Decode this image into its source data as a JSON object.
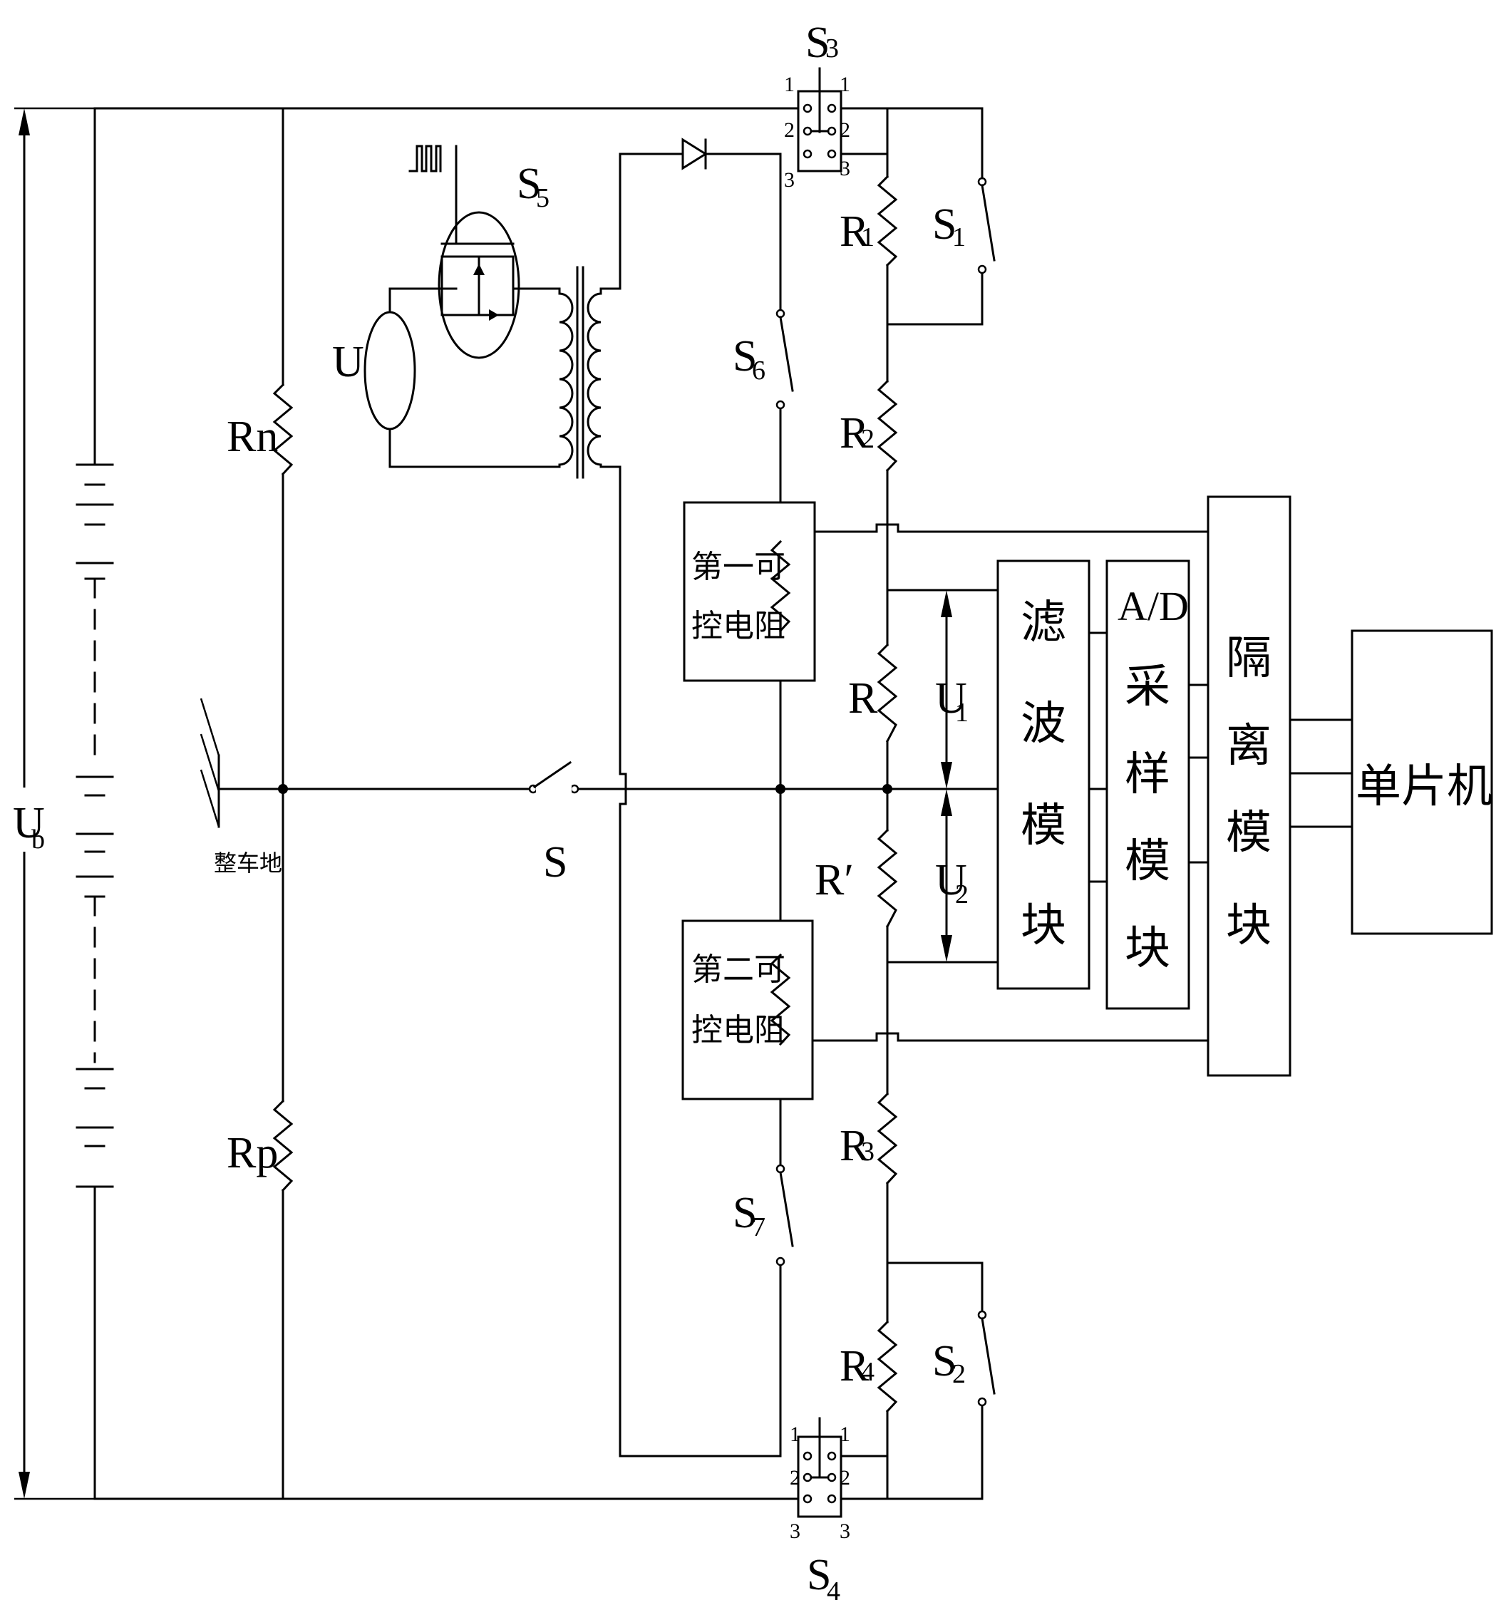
{
  "labels": {
    "battery_voltage": "U",
    "battery_voltage_sub": "b",
    "chassis_ground": "整车地",
    "rn": "Rn",
    "rp": "Rp",
    "source_u": "U",
    "s5": "S",
    "s5_sub": "5",
    "s3": "S",
    "s3_sub": "3",
    "s4": "S",
    "s4_sub": "4",
    "s1": "S",
    "s1_sub": "1",
    "s2": "S",
    "s2_sub": "2",
    "s6": "S",
    "s6_sub": "6",
    "s7": "S",
    "s7_sub": "7",
    "s": "S",
    "r1": "R",
    "r1_sub": "1",
    "r2": "R",
    "r2_sub": "2",
    "r3": "R",
    "r3_sub": "3",
    "r4": "R",
    "r4_sub": "4",
    "r": "R",
    "r_prime": "R′",
    "u1": "U",
    "u1_sub": "1",
    "u2": "U",
    "u2_sub": "2",
    "pin1": "1",
    "pin2": "2",
    "pin3": "3"
  },
  "blocks": {
    "first_resistor_line1": "第一可",
    "first_resistor_line2": "控电阻",
    "second_resistor_line1": "第二可",
    "second_resistor_line2": "控电阻",
    "filter_chars": [
      "滤",
      "波",
      "模",
      "块"
    ],
    "ad_top": "A/D",
    "ad_chars": [
      "采",
      "样",
      "模",
      "块"
    ],
    "isolation_chars": [
      "隔",
      "离",
      "模",
      "块"
    ],
    "mcu": "单片机"
  },
  "colors": {
    "stroke": "#000000",
    "background": "#ffffff"
  }
}
